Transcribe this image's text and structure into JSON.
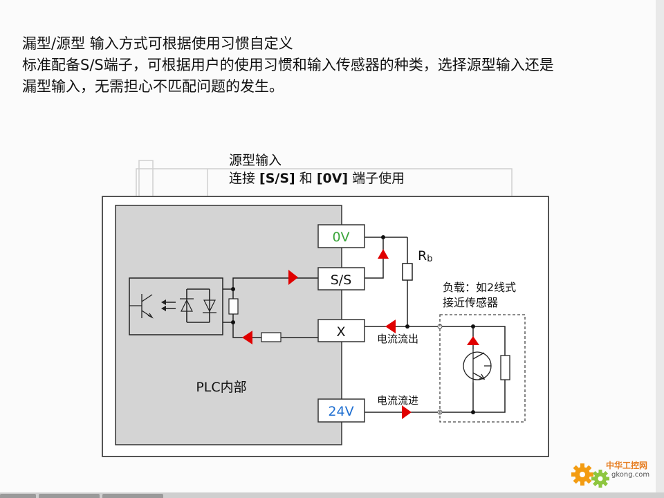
{
  "intro": {
    "line1": "漏型/源型 输入方式可根据使用习惯自定义",
    "line2": "标准配备S/S端子，可根据用户的使用习惯和输入传感器的种类，选择源型输入还是",
    "line3": "漏型输入，无需担心不匹配问题的发生。"
  },
  "caption": {
    "title": "源型输入",
    "prefix": "连接 ",
    "ss": "[S/S]",
    "mid": " 和 ",
    "zv": "[0V]",
    "suffix": " 端子使用"
  },
  "diagram": {
    "terminals": {
      "zero_v": "0V",
      "ss": "S/S",
      "x": "X",
      "v24": "24V"
    },
    "plc_label": "PLC内部",
    "resistor_label": "R",
    "resistor_subscript": "b",
    "load_label_1": "负载：如2线式",
    "load_label_2": "接近传感器",
    "current_out": "电流流出",
    "current_in": "电流流进",
    "colors": {
      "zero_v_text": "#3aa53a",
      "v24_text": "#1f6fd1",
      "arrow": "#e00000",
      "plc_fill": "#d4d4d4"
    }
  },
  "watermark": {
    "site_name": "中华工控网",
    "domain": "gkong.com"
  }
}
